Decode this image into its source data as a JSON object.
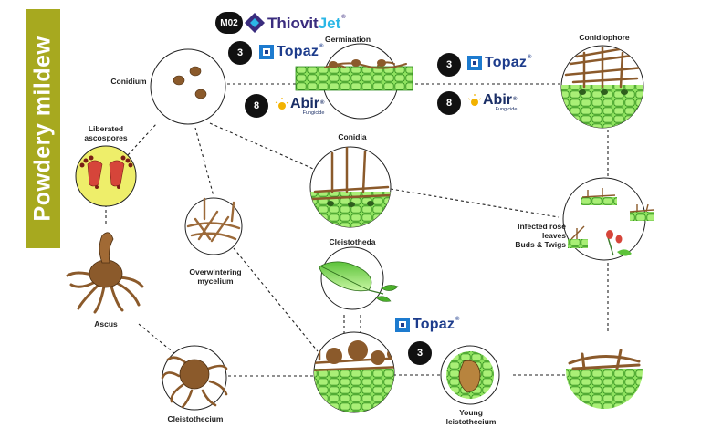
{
  "title": "Powdery mildew",
  "labels": {
    "germination": "Germination",
    "conidiophore": "Conidiophore",
    "conidium": "Conidium",
    "liberated": [
      "Liberated",
      "ascospores"
    ],
    "conidia": "Conidia",
    "infected": [
      "Infected rose",
      "leaves",
      "Buds & Twigs"
    ],
    "overwintering": [
      "Overwintering",
      "mycelium"
    ],
    "cleistotheda": "Cleistotheda",
    "ascus": "Ascus",
    "cleistothecium": "Cleistothecium",
    "young": [
      "Young",
      "leistothecium"
    ]
  },
  "products": {
    "thiovit": {
      "code": "M02",
      "name_a": "Thiovit",
      "name_b": "Jet"
    },
    "topaz": {
      "name": "Topaz",
      "group": "3"
    },
    "abir": {
      "name": "Abir",
      "sub": "Fungicide",
      "group": "8"
    }
  },
  "colors": {
    "title_bar": "#a7a91f",
    "leaf_green": "#7ed957",
    "fungus_brown": "#8b5a2b",
    "spore_red": "#d6453a",
    "topaz_blue": "#1d3c8c",
    "jet_cyan": "#2cb7e6",
    "badge_black": "#111111"
  },
  "icons": [
    "topaz-logo-icon",
    "abir-sun-icon",
    "thiovit-diamond-icon",
    "rose-leaf-icon",
    "rose-bud-icon"
  ]
}
